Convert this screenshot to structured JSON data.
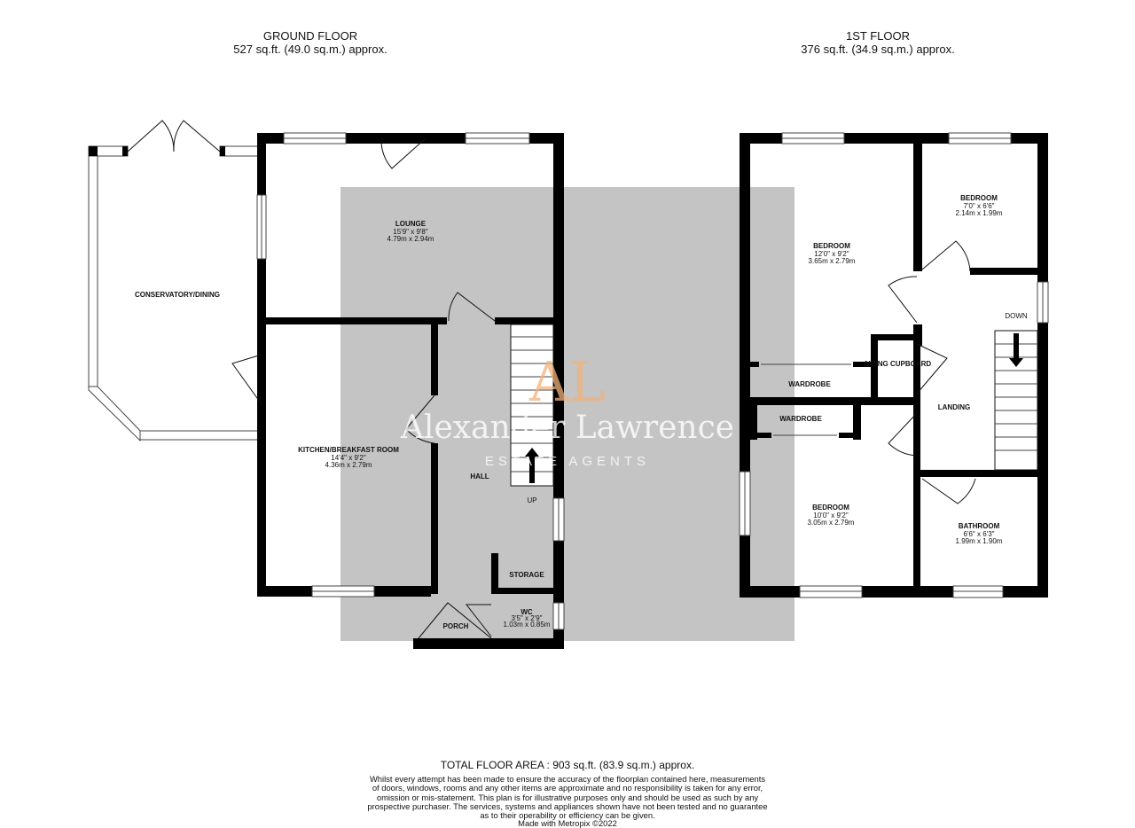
{
  "ground_floor": {
    "title": "GROUND FLOOR",
    "area": "527 sq.ft. (49.0 sq.m.) approx.",
    "rooms": {
      "lounge": {
        "name": "LOUNGE",
        "imperial": "15'9\"  x 9'8\"",
        "metric": "4.79m  x 2.94m"
      },
      "conservatory": {
        "name": "CONSERVATORY/DINING"
      },
      "kitchen": {
        "name": "KITCHEN/BREAKFAST ROOM",
        "imperial": "14'4\"  x 9'2\"",
        "metric": "4.36m  x 2.79m"
      },
      "hall": {
        "name": "HALL"
      },
      "storage": {
        "name": "STORAGE"
      },
      "wc": {
        "name": "WC",
        "imperial": "3'5\"  x 2'9\"",
        "metric": "1.03m  x 0.85m"
      },
      "porch": {
        "name": "PORCH"
      }
    },
    "stairs_label": "UP"
  },
  "first_floor": {
    "title": "1ST FLOOR",
    "area": "376 sq.ft. (34.9 sq.m.) approx.",
    "rooms": {
      "bedroom1": {
        "name": "BEDROOM",
        "imperial": "12'0\"  x 9'2\"",
        "metric": "3.65m  x 2.79m"
      },
      "bedroom2": {
        "name": "BEDROOM",
        "imperial": "7'0\"  x 6'6\"",
        "metric": "2.14m  x 1.99m"
      },
      "bedroom3": {
        "name": "BEDROOM",
        "imperial": "10'0\"  x 9'2\"",
        "metric": "3.05m  x 2.79m"
      },
      "bathroom": {
        "name": "BATHROOM",
        "imperial": "6'6\"  x 6'3\"",
        "metric": "1.99m  x 1.90m"
      },
      "wardrobe1": {
        "name": "WARDROBE"
      },
      "wardrobe2": {
        "name": "WARDROBE"
      },
      "airing": {
        "name": "AIRING CUPBOARD"
      },
      "landing": {
        "name": "LANDING"
      }
    },
    "stairs_label": "DOWN"
  },
  "watermark": {
    "monogram": "AL",
    "name": "Alexander Lawrence",
    "tagline": "ESTATE AGENTS"
  },
  "footer": {
    "total": "TOTAL FLOOR AREA : 903 sq.ft. (83.9 sq.m.) approx.",
    "disclaimer": [
      "Whilst every attempt has been made to ensure the accuracy of the floorplan contained here, measurements",
      "of doors, windows, rooms and any other items are approximate and no responsibility is taken for any error,",
      "omission or mis-statement. This plan is for illustrative purposes only and should be used as such by any",
      "prospective purchaser. The services, systems and appliances shown have not been tested and no guarantee",
      "as to their operability or efficiency can be given."
    ],
    "made_with": "Made with Metropix ©2022"
  },
  "colors": {
    "watermark_panel": "#c4c4c4",
    "monogram": "#f2b27a",
    "walls": "#000000"
  }
}
